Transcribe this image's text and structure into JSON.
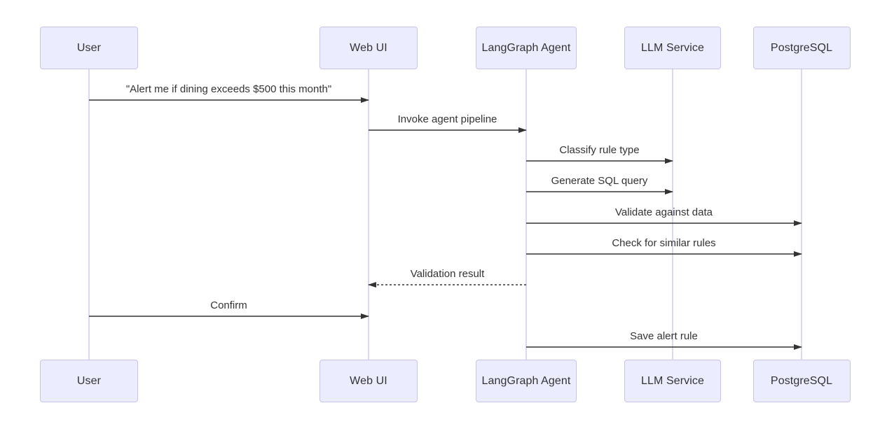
{
  "diagram": {
    "type": "sequence",
    "actors": [
      {
        "id": "user",
        "label": "User"
      },
      {
        "id": "webui",
        "label": "Web UI"
      },
      {
        "id": "agent",
        "label": "LangGraph Agent"
      },
      {
        "id": "llm",
        "label": "LLM Service"
      },
      {
        "id": "pg",
        "label": "PostgreSQL"
      }
    ],
    "messages": [
      {
        "from": "user",
        "to": "webui",
        "label": "\"Alert me if dining exceeds $500 this month\"",
        "style": "solid"
      },
      {
        "from": "webui",
        "to": "agent",
        "label": "Invoke agent pipeline",
        "style": "solid"
      },
      {
        "from": "agent",
        "to": "llm",
        "label": "Classify rule type",
        "style": "solid"
      },
      {
        "from": "agent",
        "to": "llm",
        "label": "Generate SQL query",
        "style": "solid"
      },
      {
        "from": "agent",
        "to": "pg",
        "label": "Validate against data",
        "style": "solid"
      },
      {
        "from": "agent",
        "to": "pg",
        "label": "Check for similar rules",
        "style": "solid"
      },
      {
        "from": "agent",
        "to": "webui",
        "label": "Validation result",
        "style": "dashed"
      },
      {
        "from": "user",
        "to": "webui",
        "label": "Confirm",
        "style": "solid"
      },
      {
        "from": "agent",
        "to": "pg",
        "label": "Save alert rule",
        "style": "solid"
      }
    ],
    "colors": {
      "actor_fill": "#ECECFF",
      "actor_border": "#C8C2EE",
      "lifeline": "#C9C2EA",
      "arrow": "#333333",
      "text": "#333333",
      "background": "#FFFFFF"
    }
  }
}
